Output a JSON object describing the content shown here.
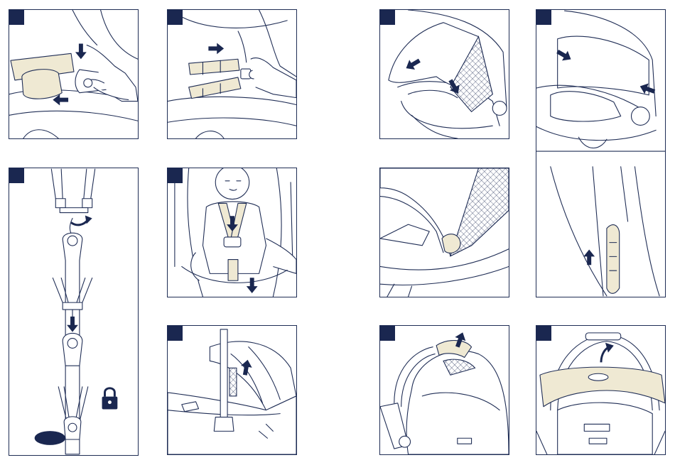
{
  "colors": {
    "outline": "#1f2d55",
    "tag_fill": "#1a2750",
    "arrow_fill": "#1a2750",
    "accent_fill": "#efe9d3",
    "background": "#ffffff"
  },
  "panels": [
    {
      "id": "p1",
      "subject": "harness-buckle-release",
      "icons": [
        "arrow-down-icon",
        "arrow-left-icon"
      ]
    },
    {
      "id": "p2",
      "subject": "harness-strap-threading",
      "icons": [
        "arrow-right-icon"
      ]
    },
    {
      "id": "p3",
      "subject": "canopy-removal",
      "icons": [
        "arrow-down-left-icon",
        "arrow-down-right-icon"
      ]
    },
    {
      "id": "p4",
      "subject": "canopy-clip-points",
      "icons": [
        "arrow-down-right-icon",
        "arrow-down-left-icon"
      ]
    },
    {
      "id": "p5",
      "subject": "buckle-tongue-insertion",
      "icons": [
        "arrow-rotate-icon",
        "arrow-down-icon",
        "lock-icon"
      ]
    },
    {
      "id": "p6",
      "subject": "infant-harness-adjustment",
      "icons": [
        "arrow-down-icon",
        "arrow-down-icon"
      ]
    },
    {
      "id": "p7",
      "subject": "canopy-fabric-detail",
      "icons": []
    },
    {
      "id": "p8",
      "subject": "side-release-lever",
      "icons": [
        "arrow-up-icon"
      ]
    },
    {
      "id": "p9",
      "subject": "carry-handle-rotation",
      "icons": [
        "arrow-up-icon"
      ]
    },
    {
      "id": "p10",
      "subject": "handle-grip-cover",
      "icons": [
        "arrow-curved-icon"
      ]
    },
    {
      "id": "p11",
      "subject": "canopy-fold-back",
      "icons": [
        "arrow-curved-icon"
      ]
    }
  ]
}
